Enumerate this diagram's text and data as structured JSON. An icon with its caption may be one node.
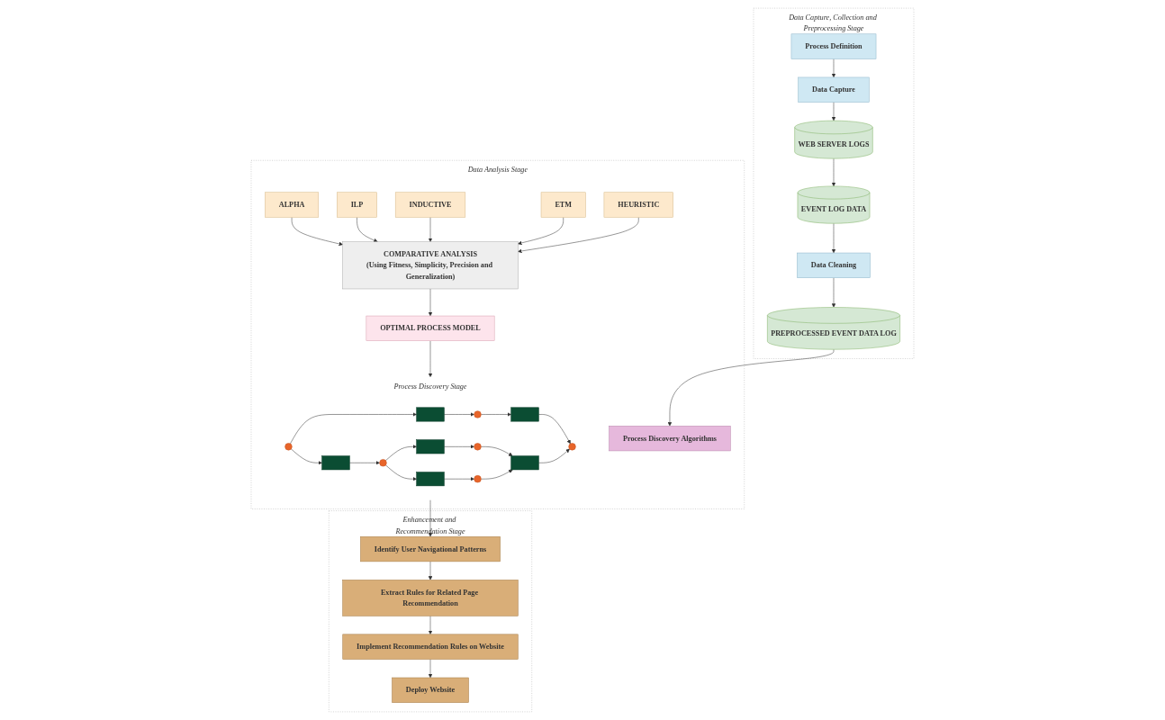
{
  "diagram": {
    "nodes": [
      {
        "text": [
          "Data Capture, Collection and Preprocessing Stage"
        ]
      },
      {
        "text": [
          "Process Definition"
        ],
        "in": 0
      },
      {
        "text": [
          "Data Capture"
        ],
        "in": 0
      },
      {
        "text": [
          "WEB SERVER LOGS"
        ],
        "in": 0
      },
      {
        "text": [
          "EVENT LOG DATA"
        ],
        "in": 0
      },
      {
        "text": [
          "Data Cleaning"
        ],
        "in": 0
      },
      {
        "text": [
          "PREPROCESSED EVENT DATA LOG"
        ],
        "in": 0
      },
      {
        "text": [
          "Data Analysis Stage"
        ]
      },
      {
        "text": [
          "Process Discovery Stage"
        ],
        "in": 7
      },
      {
        "text": [],
        "shape": "circle",
        "in": 8
      },
      {
        "text": [],
        "shape": "box",
        "in": 8
      },
      {
        "text": [],
        "shape": "box",
        "in": 8
      },
      {
        "text": [],
        "shape": "circle",
        "in": 8
      },
      {
        "text": [],
        "shape": "box",
        "in": 8
      },
      {
        "text": [],
        "shape": "box",
        "in": 8
      },
      {
        "text": [],
        "shape": "circle",
        "in": 8
      },
      {
        "text": [],
        "shape": "box",
        "in": 8
      },
      {
        "text": [],
        "shape": "circle",
        "in": 8
      },
      {
        "text": [],
        "shape": "circle",
        "in": 8
      },
      {
        "text": [],
        "shape": "box",
        "in": 8
      },
      {
        "text": [],
        "shape": "circle",
        "in": 8
      },
      {
        "text": [
          "OPTIMAL PROCESS MODEL"
        ],
        "in": 7
      },
      {
        "text": [
          "COMPARATIVE ANALYSIS",
          "(Using Fitness, Simplicity, Precision and Generalization)"
        ],
        "in": 7
      },
      {
        "text": [
          "ALPHA"
        ],
        "in": 7
      },
      {
        "text": [
          "ILP"
        ],
        "in": 7
      },
      {
        "text": [
          "INDUCTIVE"
        ],
        "in": 7
      },
      {
        "text": [
          "ETM"
        ],
        "in": 7
      },
      {
        "text": [
          "HEURISTIC"
        ],
        "in": 7
      },
      {
        "text": [
          "Process Discovery Algorithms"
        ],
        "in": 7
      },
      {
        "text": [
          "Enhancement and Recommendation Stage"
        ]
      },
      {
        "text": [
          "Identify User Navigational Patterns"
        ],
        "in": 29
      },
      {
        "text": [
          "Extract Rules for Related Page Recommendation"
        ],
        "in": 29
      },
      {
        "text": [
          "Implement Recommendation Rules on Website"
        ],
        "in": 29
      },
      {
        "text": [
          "Deploy Website"
        ],
        "in": 29
      }
    ],
    "edges": [
      {
        "from": 1,
        "to": 2,
        "arrow": "to"
      },
      {
        "from": 2,
        "to": 3,
        "arrow": "to"
      },
      {
        "from": 3,
        "to": 4,
        "arrow": "to"
      },
      {
        "from": 4,
        "to": 5,
        "arrow": "to"
      },
      {
        "from": 5,
        "to": 6,
        "arrow": "to"
      },
      {
        "from": 6,
        "to": 28,
        "arrow": "to"
      },
      {
        "from": 9,
        "to": 10,
        "arrow": "to"
      },
      {
        "from": 9,
        "to": 11,
        "arrow": "to"
      },
      {
        "from": 10,
        "to": 15,
        "arrow": "to"
      },
      {
        "from": 15,
        "to": 16,
        "arrow": "to"
      },
      {
        "from": 16,
        "to": 20,
        "arrow": "to"
      },
      {
        "from": 11,
        "to": 12,
        "arrow": "to"
      },
      {
        "from": 12,
        "to": 13,
        "arrow": "to"
      },
      {
        "from": 12,
        "to": 14,
        "arrow": "to"
      },
      {
        "from": 13,
        "to": 17,
        "arrow": "to"
      },
      {
        "from": 14,
        "to": 18,
        "arrow": "to"
      },
      {
        "from": 17,
        "to": 19,
        "arrow": "to"
      },
      {
        "from": 18,
        "to": 19,
        "arrow": "to"
      },
      {
        "from": 19,
        "to": 20,
        "arrow": "to"
      },
      {
        "from": 23,
        "to": 22,
        "arrow": "to"
      },
      {
        "from": 24,
        "to": 22,
        "arrow": "to"
      },
      {
        "from": 25,
        "to": 22,
        "arrow": "to"
      },
      {
        "from": 26,
        "to": 22,
        "arrow": "to"
      },
      {
        "from": 27,
        "to": 22,
        "arrow": "to"
      },
      {
        "from": 22,
        "to": 21,
        "arrow": "to"
      },
      {
        "from": 21,
        "to": 8,
        "arrow": "to"
      },
      {
        "from": 8,
        "to": 30,
        "arrow": "to"
      },
      {
        "from": 30,
        "to": 31,
        "arrow": "to"
      },
      {
        "from": 31,
        "to": 32,
        "arrow": "to"
      },
      {
        "from": 32,
        "to": 33,
        "arrow": "to"
      }
    ]
  }
}
